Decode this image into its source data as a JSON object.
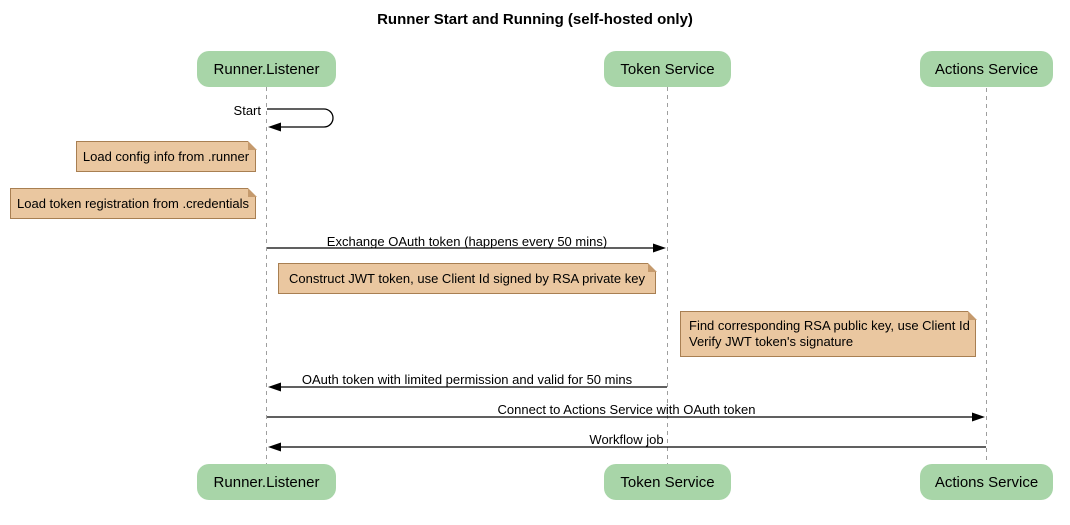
{
  "title": "Runner Start and Running (self-hosted only)",
  "participants": [
    {
      "label": "Runner.Listener"
    },
    {
      "label": "Token Service"
    },
    {
      "label": "Actions Service"
    }
  ],
  "messages": {
    "start": "Start",
    "exchange_oauth": "Exchange OAuth token (happens every 50 mins)",
    "oauth_return": "OAuth token with limited permission and valid for 50 mins",
    "connect_actions": "Connect to Actions Service with OAuth token",
    "workflow_job": "Workflow job"
  },
  "notes": {
    "load_config": "Load config info from .runner",
    "load_token_registration": "Load token registration from .credentials",
    "construct_jwt": "Construct JWT token, use Client Id signed by RSA private key",
    "verify_jwt_line1": "Find corresponding RSA public key, use Client Id",
    "verify_jwt_line2": "Verify JWT token's signature"
  },
  "colors": {
    "participant_fill": "#a8d5a8",
    "note_fill": "#eac7a0",
    "note_border": "#a87f52",
    "note_fold": "#c59a6d",
    "lifeline": "#9e9e9e",
    "arrow": "#000000"
  }
}
